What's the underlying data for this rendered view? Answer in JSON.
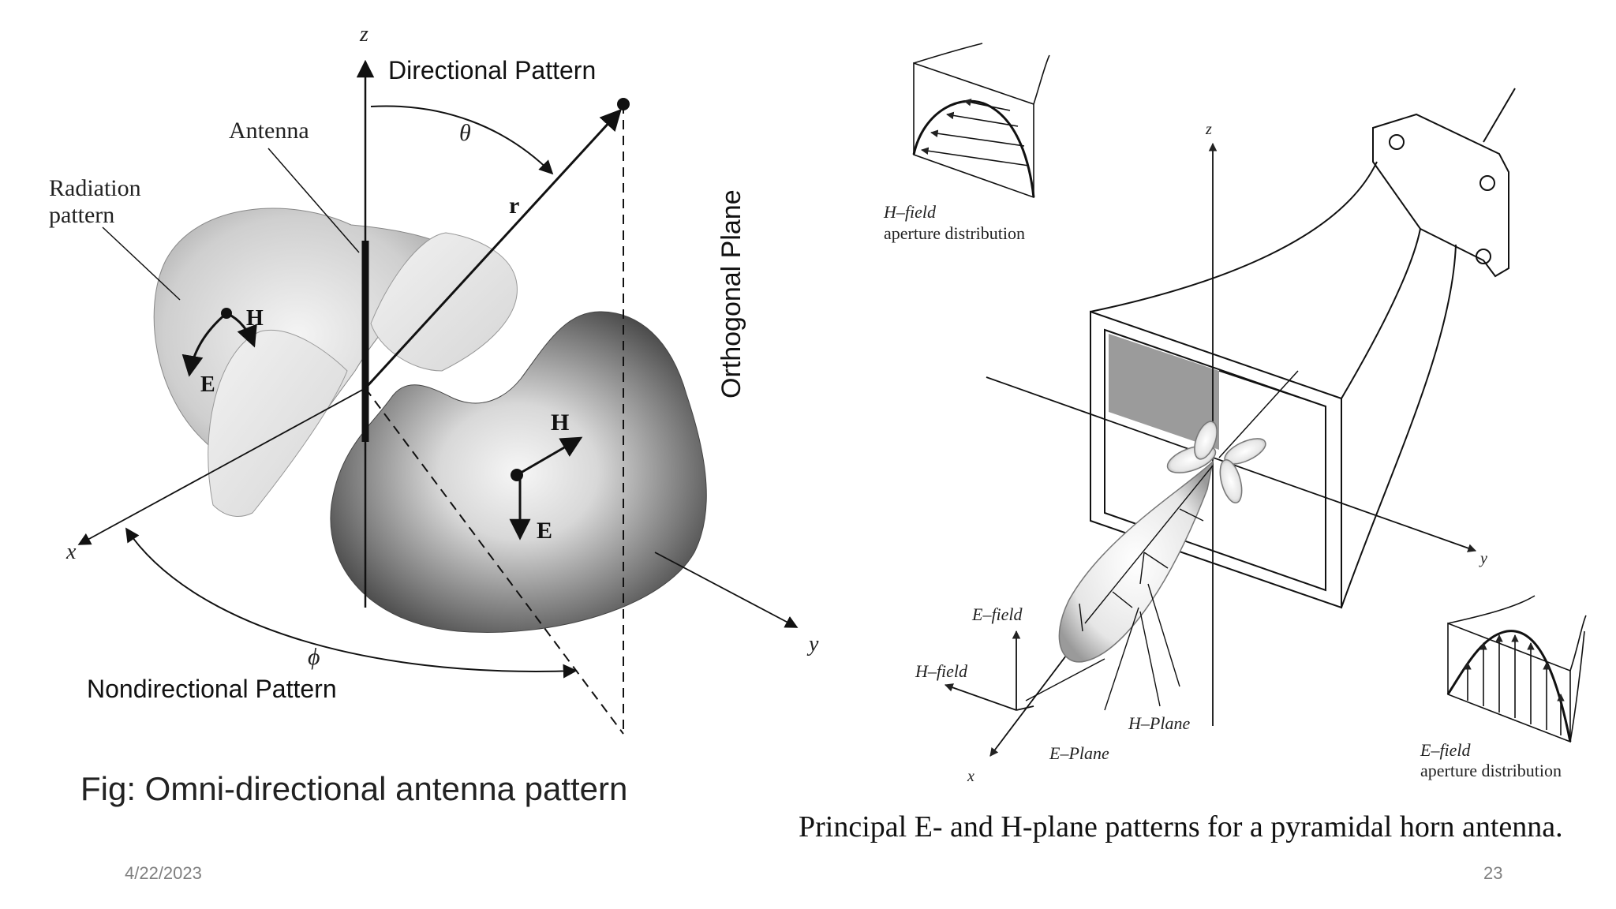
{
  "left_figure": {
    "axis_z": "z",
    "axis_x": "x",
    "axis_y": "y",
    "label_directional": "Directional Pattern",
    "label_antenna": "Antenna",
    "label_theta": "θ",
    "label_r": "r",
    "label_radiation_l1": "Radiation",
    "label_radiation_l2": "pattern",
    "label_H_small": "H",
    "label_E_small": "E",
    "label_H_big": "H",
    "label_E_big": "E",
    "label_orthogonal": "Orthogonal Plane",
    "label_phi": "ϕ",
    "label_nondirectional": "Nondirectional Pattern",
    "caption": "Fig: Omni-directional antenna pattern"
  },
  "right_figure": {
    "hfield_l1": "H–field",
    "hfield_l2": "aperture distribution",
    "axis_z": "z",
    "axis_y": "y",
    "axis_x": "x",
    "efield": "E–field",
    "hfield": "H–field",
    "hplane": "H–Plane",
    "eplane": "E–Plane",
    "efield_ap_l1": "E–field",
    "efield_ap_l2": "aperture distribution",
    "caption": "Principal E- and H-plane patterns for a pyramidal horn antenna."
  },
  "footer": {
    "date": "4/22/2023",
    "page": "23"
  }
}
